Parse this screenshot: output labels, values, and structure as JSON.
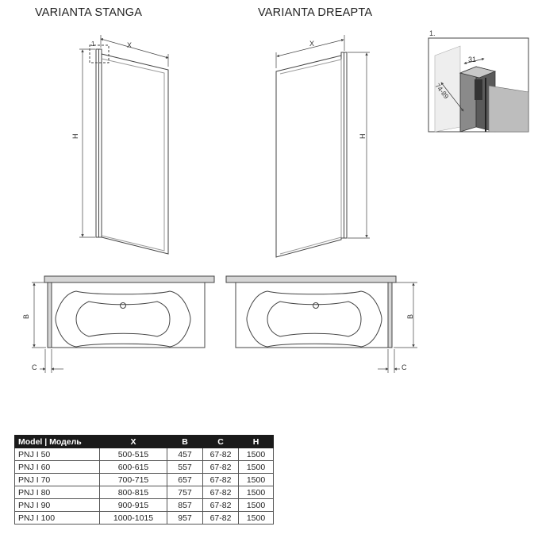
{
  "titles": {
    "left": "VARIANTA STANGA",
    "right": "VARIANTA DREAPTA"
  },
  "dimension_labels": {
    "x": "X",
    "h": "H",
    "b": "B",
    "c": "C",
    "detail_marker": "1"
  },
  "detail": {
    "label": "1.",
    "width_label": "31",
    "range_label": "74-89"
  },
  "table": {
    "headers": [
      "Model | Модель",
      "X",
      "B",
      "C",
      "H"
    ],
    "rows": [
      [
        "PNJ I 50",
        "500-515",
        "457",
        "67-82",
        "1500"
      ],
      [
        "PNJ I 60",
        "600-615",
        "557",
        "67-82",
        "1500"
      ],
      [
        "PNJ I 70",
        "700-715",
        "657",
        "67-82",
        "1500"
      ],
      [
        "PNJ I 80",
        "800-815",
        "757",
        "67-82",
        "1500"
      ],
      [
        "PNJ I 90",
        "900-915",
        "857",
        "67-82",
        "1500"
      ],
      [
        "PNJ I 100",
        "1000-1015",
        "957",
        "67-82",
        "1500"
      ]
    ]
  },
  "colors": {
    "line": "#444444",
    "header_bg": "#1a1a1a",
    "tub_fill": "#d6d6d6"
  }
}
